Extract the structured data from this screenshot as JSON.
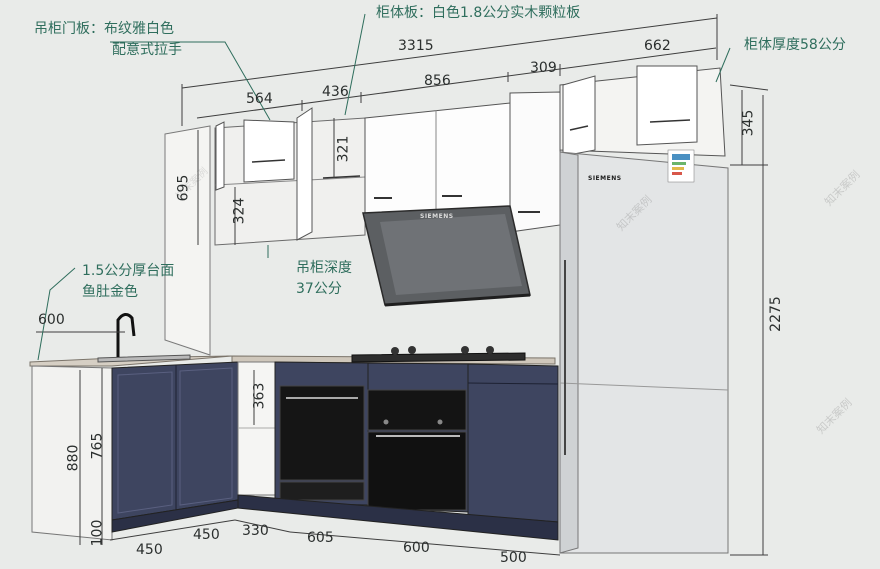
{
  "labels": {
    "wall_door_line1": "吊柜门板：布纹雅白色",
    "wall_door_line2": "配意式拉手",
    "carcass_board": "柜体板：白色1.8公分实木颗粒板",
    "carcass_thickness": "柜体厚度58公分",
    "countertop_line1": "1.5公分厚台面",
    "countertop_line2": "鱼肚金色",
    "wall_depth_line1": "吊柜深度",
    "wall_depth_line2": "37公分"
  },
  "dimensions": {
    "total_width": "3315",
    "w564": "564",
    "w436": "436",
    "w856": "856",
    "w309": "309",
    "w662": "662",
    "h345": "345",
    "h695": "695",
    "h324": "324",
    "h321": "321",
    "h2275": "2275",
    "h363": "363",
    "d600_left": "600",
    "h880": "880",
    "h765": "765",
    "h100": "100",
    "b450a": "450",
    "b450b": "450",
    "b330": "330",
    "b605": "605",
    "b600": "600",
    "b500": "500"
  },
  "fridge_brand": "SIEMENS",
  "hood_brand": "SIEMENS",
  "watermark": "知末案例",
  "colors": {
    "annotation": "#2f6e5d",
    "base_door": "#3e4560",
    "white_door": "#fbfbfb",
    "countertop": "#cfc7bb"
  }
}
